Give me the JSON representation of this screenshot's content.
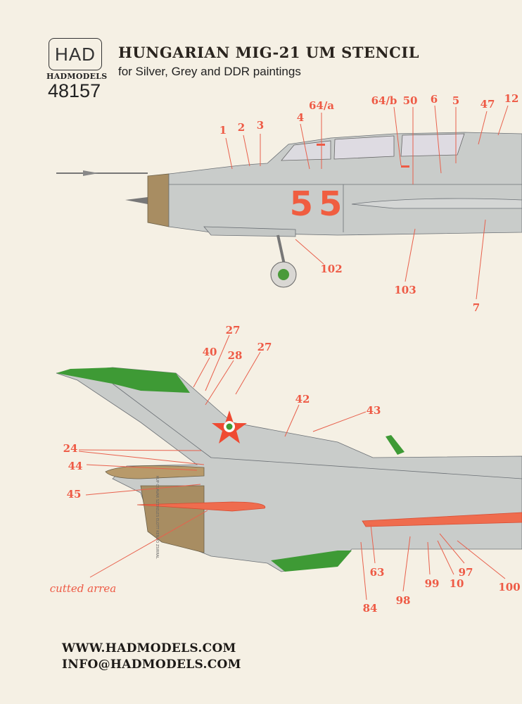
{
  "header": {
    "logo_text": "HAD",
    "brand": "HADMODELS",
    "code": "48157",
    "title": "HUNGARIAN MIG-21 UM STENCIL",
    "subtitle": "for Silver, Grey and DDR paintings"
  },
  "colors": {
    "background": "#f5f0e4",
    "callout": "#ee5a45",
    "aircraft_grey": "#c9ccca",
    "tip_green": "#3e9a35",
    "nozzle_tan": "#a88d62"
  },
  "side_view": {
    "tail_number": "55",
    "callouts": [
      "1",
      "2",
      "3",
      "4",
      "64/a",
      "64/b",
      "50",
      "6",
      "5",
      "47",
      "12",
      "102",
      "103",
      "7"
    ]
  },
  "tail_view": {
    "callouts": [
      "27",
      "40",
      "28",
      "27",
      "42",
      "43",
      "24",
      "44",
      "45",
      "63",
      "84",
      "98",
      "99",
      "10",
      "97",
      "100"
    ],
    "note": "cutted arrea",
    "stencil_text": "KUP CSAVAR SZERELES ELOTT KENDO ZSIRRAL"
  },
  "footer": {
    "website": "WWW.HADMODELS.COM",
    "email": "INFO@HADMODELS.COM"
  }
}
